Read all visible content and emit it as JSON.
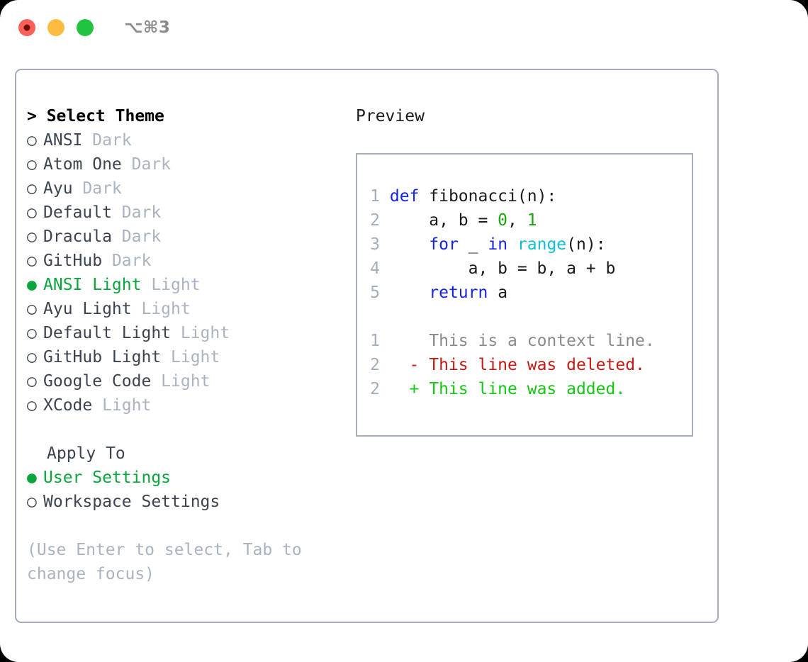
{
  "titlebar": {
    "shortcut_label": "⌥⌘3",
    "lights": [
      {
        "name": "close",
        "color": "#fc6058"
      },
      {
        "name": "minimize",
        "color": "#fdbc40"
      },
      {
        "name": "maximize",
        "color": "#22c33f"
      }
    ]
  },
  "colors": {
    "accent_green": "#09a63c",
    "muted": "#aab3c0",
    "text": "#3c4450",
    "border": "#a3adbb",
    "keyword": "#1423e8",
    "function": "#0dbfd4",
    "number": "#17a80e",
    "diff_add": "#15c615",
    "diff_del": "#c41a12",
    "diff_context": "#8a8a8a"
  },
  "theme_panel": {
    "header": "> Select Theme",
    "items": [
      {
        "bullet": "○",
        "name": "ANSI",
        "variant": "Dark",
        "selected": false
      },
      {
        "bullet": "○",
        "name": "Atom One",
        "variant": "Dark",
        "selected": false
      },
      {
        "bullet": "○",
        "name": "Ayu",
        "variant": "Dark",
        "selected": false
      },
      {
        "bullet": "○",
        "name": "Default",
        "variant": "Dark",
        "selected": false
      },
      {
        "bullet": "○",
        "name": "Dracula",
        "variant": "Dark",
        "selected": false
      },
      {
        "bullet": "○",
        "name": "GitHub",
        "variant": "Dark",
        "selected": false
      },
      {
        "bullet": "●",
        "name": "ANSI Light",
        "variant": "Light",
        "selected": true
      },
      {
        "bullet": "○",
        "name": "Ayu Light",
        "variant": "Light",
        "selected": false
      },
      {
        "bullet": "○",
        "name": "Default Light",
        "variant": "Light",
        "selected": false
      },
      {
        "bullet": "○",
        "name": "GitHub Light",
        "variant": "Light",
        "selected": false
      },
      {
        "bullet": "○",
        "name": "Google Code",
        "variant": "Light",
        "selected": false
      },
      {
        "bullet": "○",
        "name": "XCode",
        "variant": "Light",
        "selected": false
      }
    ]
  },
  "apply_to": {
    "header": "Apply To",
    "options": [
      {
        "bullet": "●",
        "label": "User Settings",
        "selected": true
      },
      {
        "bullet": "○",
        "label": "Workspace Settings",
        "selected": false
      }
    ]
  },
  "hint": "(Use Enter to select, Tab to change focus)",
  "preview": {
    "header": "Preview",
    "code_lines": [
      {
        "no": "1",
        "tokens": [
          {
            "t": " ",
            "c": "plain"
          },
          {
            "t": "def",
            "c": "kw"
          },
          {
            "t": " fibonacci(n):",
            "c": "plain"
          }
        ]
      },
      {
        "no": "2",
        "tokens": [
          {
            "t": "     a, b = ",
            "c": "plain"
          },
          {
            "t": "0",
            "c": "num"
          },
          {
            "t": ", ",
            "c": "plain"
          },
          {
            "t": "1",
            "c": "num"
          }
        ]
      },
      {
        "no": "3",
        "tokens": [
          {
            "t": "     ",
            "c": "plain"
          },
          {
            "t": "for",
            "c": "kw"
          },
          {
            "t": " _ ",
            "c": "plain"
          },
          {
            "t": "in",
            "c": "kw"
          },
          {
            "t": " ",
            "c": "plain"
          },
          {
            "t": "range",
            "c": "fn"
          },
          {
            "t": "(n):",
            "c": "plain"
          }
        ]
      },
      {
        "no": "4",
        "tokens": [
          {
            "t": "         a, b = b, a + b",
            "c": "plain"
          }
        ]
      },
      {
        "no": "5",
        "tokens": [
          {
            "t": "     ",
            "c": "plain"
          },
          {
            "t": "return",
            "c": "kw"
          },
          {
            "t": " a",
            "c": "plain"
          }
        ]
      }
    ],
    "diff_lines": [
      {
        "no": "1",
        "marker": " ",
        "text": "This is a context line.",
        "kind": "diff-context"
      },
      {
        "no": "2",
        "marker": "-",
        "text": "This line was deleted.",
        "kind": "diff-del"
      },
      {
        "no": "2",
        "marker": "+",
        "text": "This line was added.",
        "kind": "diff-add"
      }
    ]
  }
}
